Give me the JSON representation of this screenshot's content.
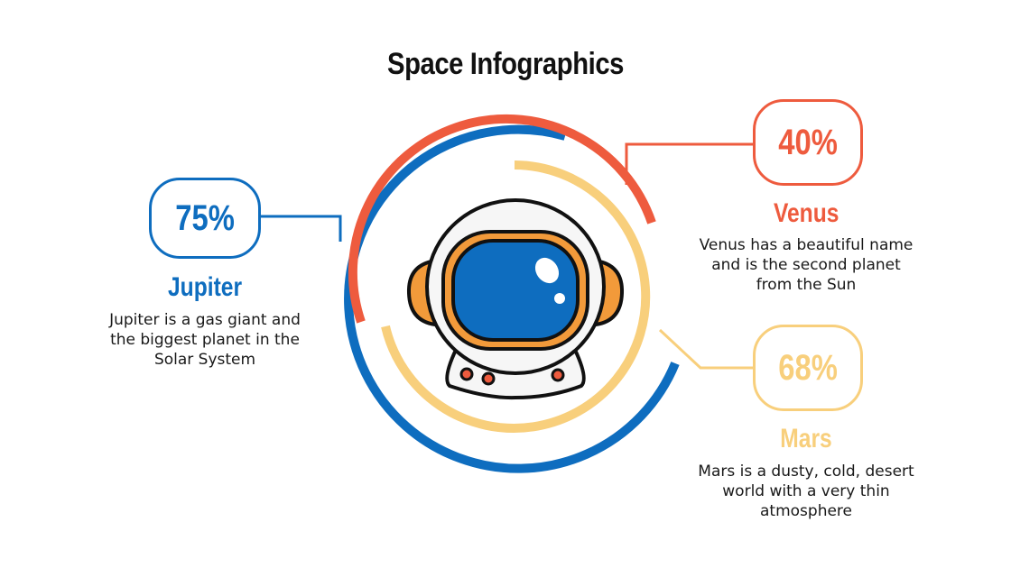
{
  "title": "Space Infographics",
  "colors": {
    "jupiter": "#0E6DBF",
    "venus": "#EE5B3E",
    "mars": "#F8CF7C",
    "helmet_visor": "#0E6DBF",
    "helmet_trim": "#F29A3A"
  },
  "center_icon": "astronaut-helmet-icon",
  "items": [
    {
      "percent": "75%",
      "name": "Jupiter",
      "description": "Jupiter is a gas giant and the biggest planet in the Solar System",
      "color": "#0E6DBF"
    },
    {
      "percent": "40%",
      "name": "Venus",
      "description": "Venus has a beautiful name and is the second planet from the Sun",
      "color": "#EE5B3E"
    },
    {
      "percent": "68%",
      "name": "Mars",
      "description": "Mars is a dusty, cold, desert world with a very thin atmosphere",
      "color": "#F8CF7C"
    }
  ],
  "chart_data": {
    "type": "radial-progress",
    "title": "Space Infographics",
    "categories": [
      "Jupiter",
      "Venus",
      "Mars"
    ],
    "values": [
      75,
      40,
      68
    ],
    "unit": "%",
    "colors": [
      "#0E6DBF",
      "#EE5B3E",
      "#F8CF7C"
    ]
  }
}
